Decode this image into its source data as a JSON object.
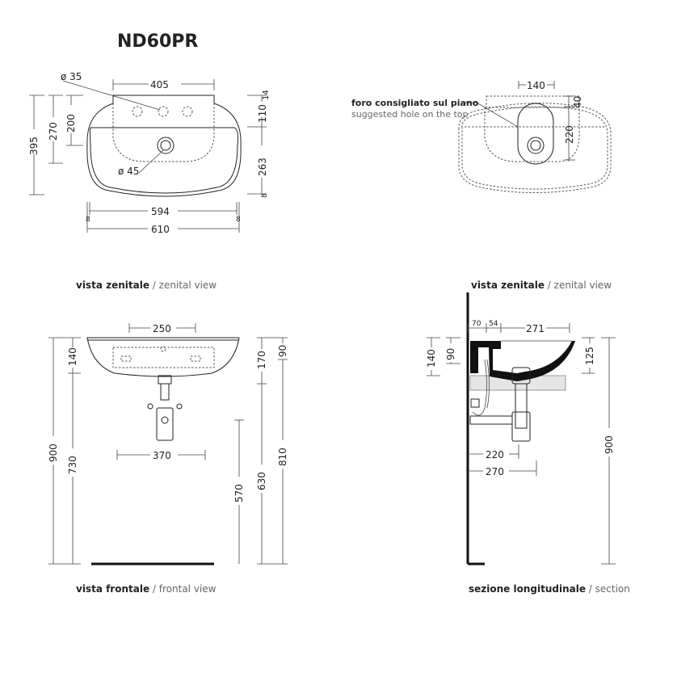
{
  "title": "ND60PR",
  "top_view": {
    "caption_bold": "vista zenitale",
    "caption_rest": " / zenital view",
    "hole_diameter": "ø 35",
    "drain_diameter": "ø 45",
    "dims": {
      "d405": "405",
      "d395": "395",
      "d270": "270",
      "d200": "200",
      "d14": "14",
      "d110": "110",
      "d263": "263",
      "d8r": "8",
      "d594": "594",
      "d8a": "8",
      "d8b": "8",
      "d610": "610"
    }
  },
  "top_view_counter": {
    "caption_bold": "vista zenitale",
    "caption_rest": " / zenital view",
    "note_it": "foro consigliato sul piano",
    "note_en": "suggested hole on the top",
    "dims": {
      "d140": "140",
      "d40": "40",
      "d220": "220"
    }
  },
  "front_view": {
    "caption_bold": "vista frontale",
    "caption_rest": " / frontal view",
    "dims": {
      "d250": "250",
      "d900": "900",
      "d140": "140",
      "d730": "730",
      "d170": "170",
      "d90": "90",
      "d630": "630",
      "d810": "810",
      "d570": "570",
      "d370": "370"
    }
  },
  "section_view": {
    "caption_bold": "sezione longitudinale",
    "caption_rest": " / section",
    "dims": {
      "d70": "70",
      "d54": "54",
      "d271": "271",
      "d140": "140",
      "d90": "90",
      "d125": "125",
      "d900": "900",
      "d220": "220",
      "d270": "270"
    }
  }
}
